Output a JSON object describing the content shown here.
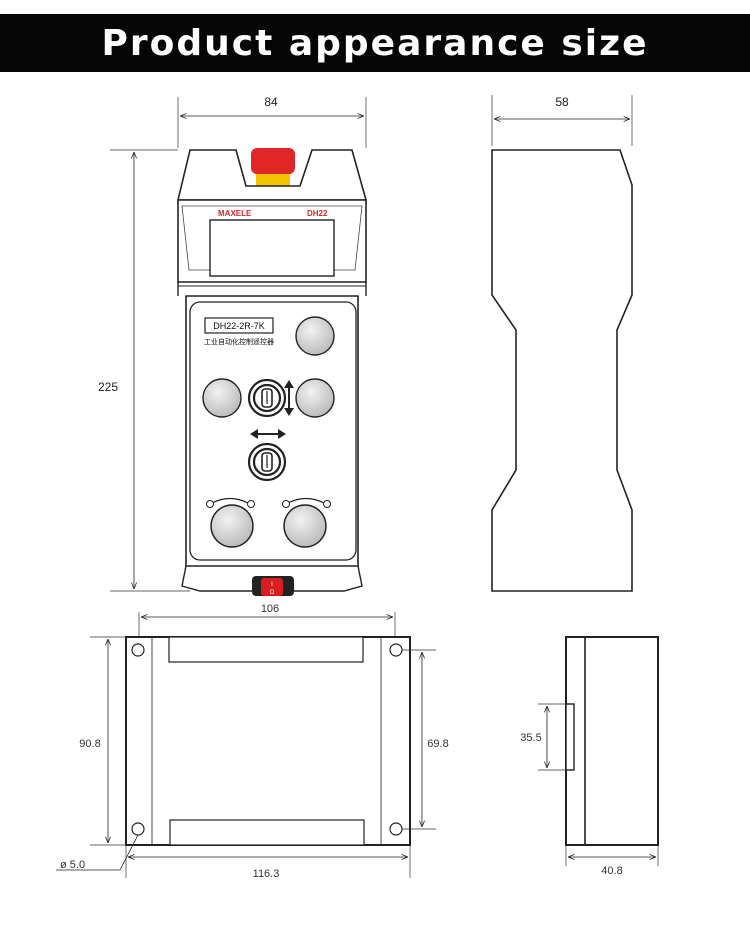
{
  "header": {
    "title": "Product appearance size"
  },
  "front_view": {
    "width_dim": "84",
    "height_dim": "225",
    "brand_logo": "MAXELE",
    "model_short": "DH22",
    "model_label": "DH22-2R-7K",
    "subtitle": "工业自动化控制遥控器"
  },
  "side_view": {
    "depth_dim": "58"
  },
  "bottom_view": {
    "top_width_dim": "106",
    "overall_width_dim": "116.3",
    "height_dim": "90.8",
    "hole_spacing_dim": "69.8",
    "hole_dia_dim": "ø 5.0"
  },
  "rail_view": {
    "rail_dim": "35.5",
    "depth_dim": "40.8"
  },
  "colors": {
    "estop_red": "#e02626",
    "estop_yellow": "#f3c400",
    "switch_red": "#d81e1e",
    "button_grey": "#c9c9c9"
  }
}
